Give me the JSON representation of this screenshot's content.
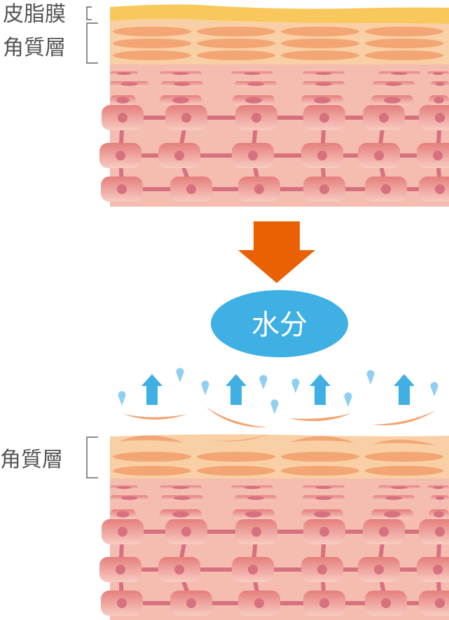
{
  "labels": {
    "sebum": "皮脂膜",
    "stratum_corneum_top": "角質層",
    "stratum_corneum_bottom": "角質層",
    "water": "水分"
  },
  "colors": {
    "sebum": "#f9c85c",
    "corneum": "#f9cfa6",
    "corneum_cell": "#f3a673",
    "dermis": "#f5bcb0",
    "cell_top": "#e57f7c",
    "cell_bottom": "#f5c0b8",
    "nucleus": "#d8717f",
    "arrow_down": "#e96103",
    "water_blob": "#3fb0e3",
    "arrow_up": "#40afe3",
    "drop": "#8fd0f2",
    "bracket": "#666666"
  }
}
